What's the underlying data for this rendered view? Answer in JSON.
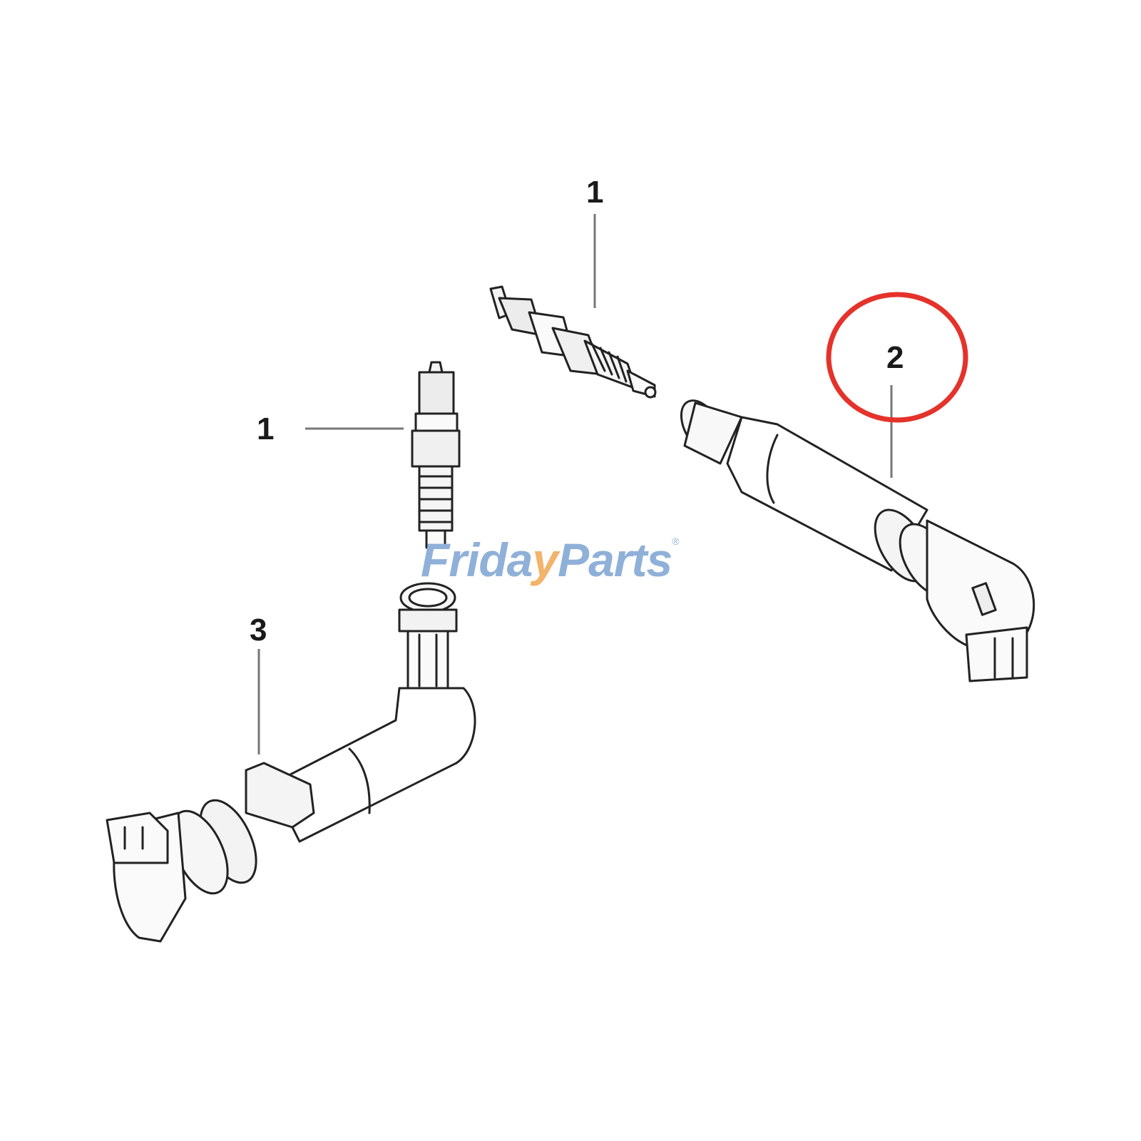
{
  "diagram": {
    "type": "exploded parts diagram",
    "subject": "ignition coil and spark plug assembly",
    "callouts": [
      {
        "id": "callout-1-top",
        "label": "1",
        "part": "spark plug (upper)"
      },
      {
        "id": "callout-1-left",
        "label": "1",
        "part": "spark plug (left)"
      },
      {
        "id": "callout-2",
        "label": "2",
        "part": "ignition coil (straight)",
        "highlighted": true
      },
      {
        "id": "callout-3",
        "label": "3",
        "part": "ignition coil (angled)"
      }
    ],
    "highlight_color": "#e5322a",
    "line_color": "#222222",
    "leader_color": "#777777"
  },
  "watermark": {
    "text_left": "Frida",
    "text_check": "y",
    "text_right": "Parts",
    "registered": "®",
    "color_primary": "#8fb0d8",
    "color_accent": "#f2b36b"
  }
}
